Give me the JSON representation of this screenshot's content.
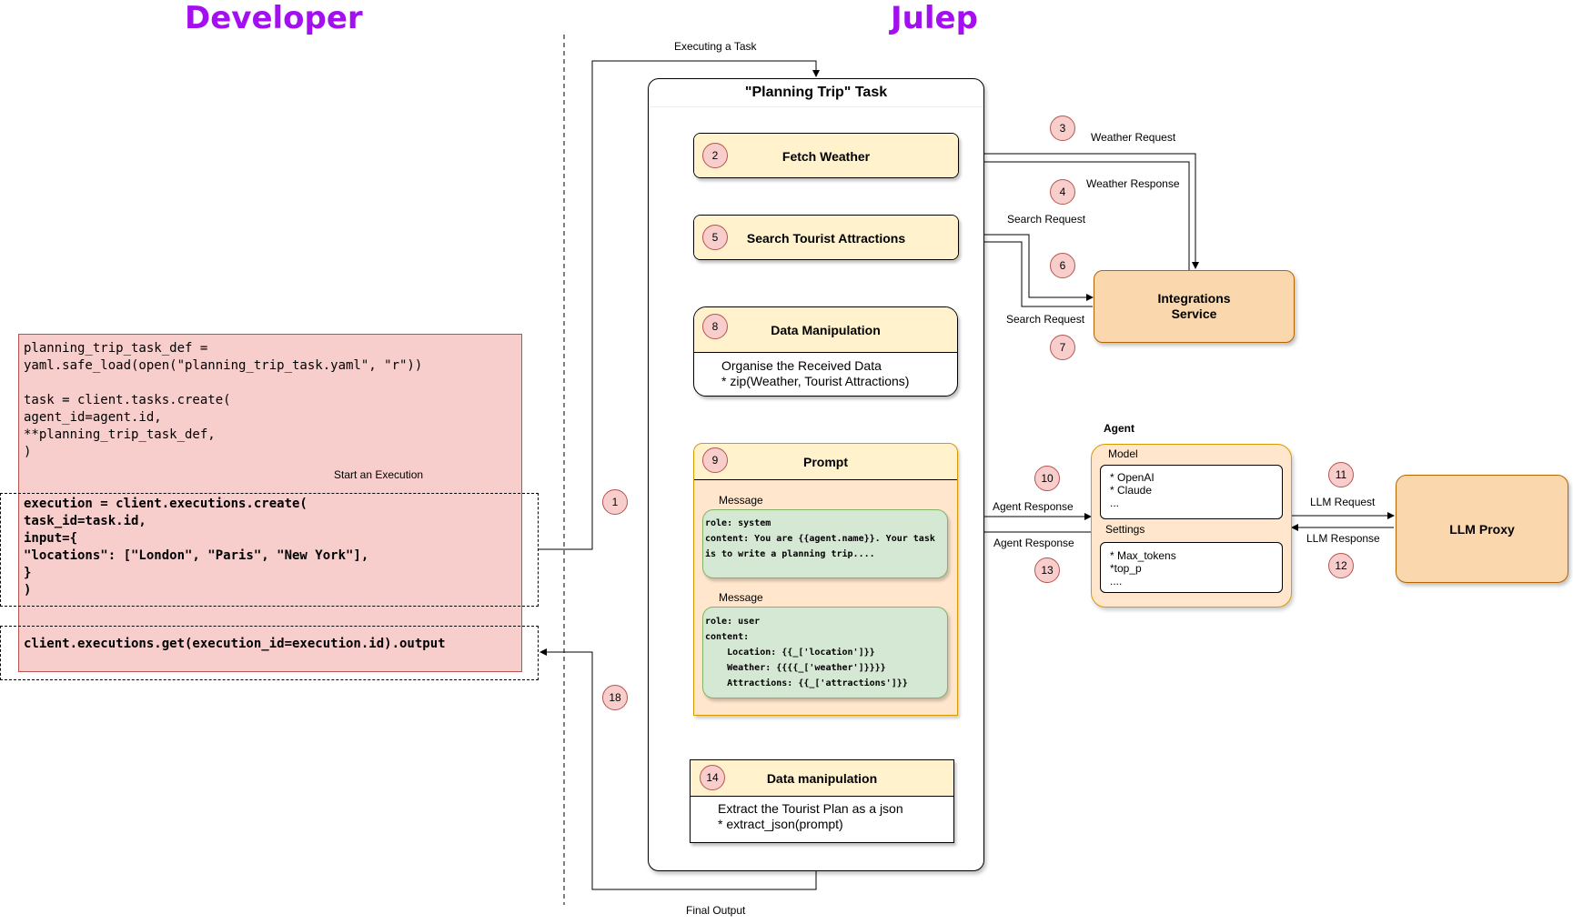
{
  "headings": {
    "developer": "Developer",
    "julep": "Julep"
  },
  "flow_labels": {
    "executing_task": "Executing a Task",
    "final_output": "Final Output",
    "start_execution": "Start an Execution",
    "weather_request": "Weather Request",
    "weather_response": "Weather Response",
    "search_request_top": "Search Request",
    "search_request_bottom": "Search Request",
    "agent_response_top": "Agent Response",
    "agent_response_bottom": "Agent Response",
    "llm_request": "LLM Request",
    "llm_response": "LLM Response"
  },
  "code": {
    "setup": "planning_trip_task_def =\nyaml.safe_load(open(\"planning_trip_task.yaml\", \"r\"))\n\ntask = client.tasks.create(\nagent_id=agent.id,\n**planning_trip_task_def,\n)",
    "execution": "execution = client.executions.create(\ntask_id=task.id,\ninput={\n\"locations\": [\"London\", \"Paris\", \"New York\"],\n}\n)",
    "get_output": "client.executions.get(execution_id=execution.id).output"
  },
  "task": {
    "title": "\"Planning Trip\" Task",
    "steps": {
      "fetch_weather": {
        "num": "2",
        "title": "Fetch Weather"
      },
      "search_attractions": {
        "num": "5",
        "title": "Search Tourist Attractions"
      },
      "data_manipulation": {
        "num": "8",
        "title": "Data Manipulation",
        "body": "Organise the Received Data\n* zip(Weather, Tourist Attractions)"
      },
      "prompt": {
        "num": "9",
        "title": "Prompt",
        "message_label_1": "Message",
        "message_1": "role: system\ncontent: You are {{agent.name}}. Your task\nis to write a planning trip....",
        "message_label_2": "Message",
        "message_2": "role: user\ncontent:\n    Location: {{_['location']}}\n    Weather: {{{{_['weather']}}}}\n    Attractions: {{_['attractions']}}"
      },
      "data_manipulation_2": {
        "num": "14",
        "title": "Data manipulation",
        "body": "Extract the Tourist Plan as a json\n* extract_json(prompt)"
      }
    }
  },
  "integrations": {
    "title": "Integrations\nService"
  },
  "agent": {
    "title": "Agent",
    "model_label": "Model",
    "model_items": "* OpenAI\n* Claude\n...",
    "settings_label": "Settings",
    "settings_items": "* Max_tokens\n*top_p\n...."
  },
  "llm_proxy": {
    "title": "LLM Proxy"
  },
  "numbers": {
    "n1": "1",
    "n3": "3",
    "n4": "4",
    "n6": "6",
    "n7": "7",
    "n10": "10",
    "n11": "11",
    "n12": "12",
    "n13": "13",
    "n18": "18"
  },
  "colors": {
    "heading": "#a30ff0",
    "code_bg": "#f8cecc",
    "step_header": "#fff2cc",
    "prompt_bg": "#ffe6cc",
    "message_bg": "#d5e8d4",
    "service_bg": "#fad7ac",
    "circle_bg": "#f8cecc"
  }
}
